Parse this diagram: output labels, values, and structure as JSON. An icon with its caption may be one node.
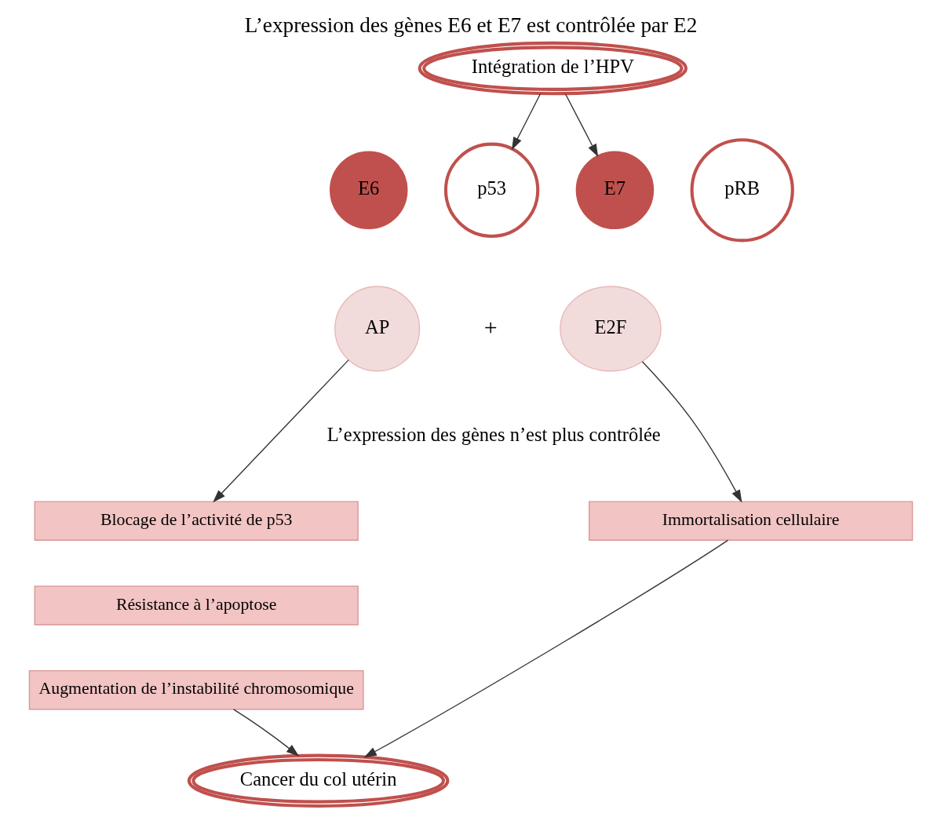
{
  "diagram": {
    "title": "L’expression des gènes E6 et E7 est contrôlée par E2",
    "nodes": [
      {
        "text": [
          "Intégration de l’HPV"
        ]
      },
      {
        "text": [
          "E6"
        ]
      },
      {
        "text": [
          "p53"
        ]
      },
      {
        "text": [
          "AP"
        ]
      },
      {
        "text": [
          "E7"
        ]
      },
      {
        "text": [
          "pRB"
        ]
      },
      {
        "text": [
          "E2F"
        ]
      },
      {
        "text": [
          "Blocage de l’activité de p53"
        ]
      },
      {
        "text": [
          "Résistance à l’apoptose"
        ]
      },
      {
        "text": [
          "Augmentation de l’instabilité chromosomique"
        ]
      },
      {
        "text": [
          "Immortalisation cellulaire"
        ]
      },
      {
        "text": [
          "Cancer du col utérin"
        ]
      }
    ],
    "edges": [
      {
        "from": 0,
        "to": 2,
        "arrow": "to"
      },
      {
        "from": 0,
        "to": 4,
        "arrow": "to"
      },
      {
        "from": 3,
        "to": 7,
        "arrow": "to"
      },
      {
        "from": 6,
        "to": 10,
        "arrow": "to"
      },
      {
        "from": 9,
        "to": 11,
        "arrow": "to"
      },
      {
        "from": 10,
        "to": 11,
        "arrow": "to"
      }
    ],
    "labels": [
      "+",
      "L’expression des gènes n’est plus contrôlée"
    ]
  }
}
